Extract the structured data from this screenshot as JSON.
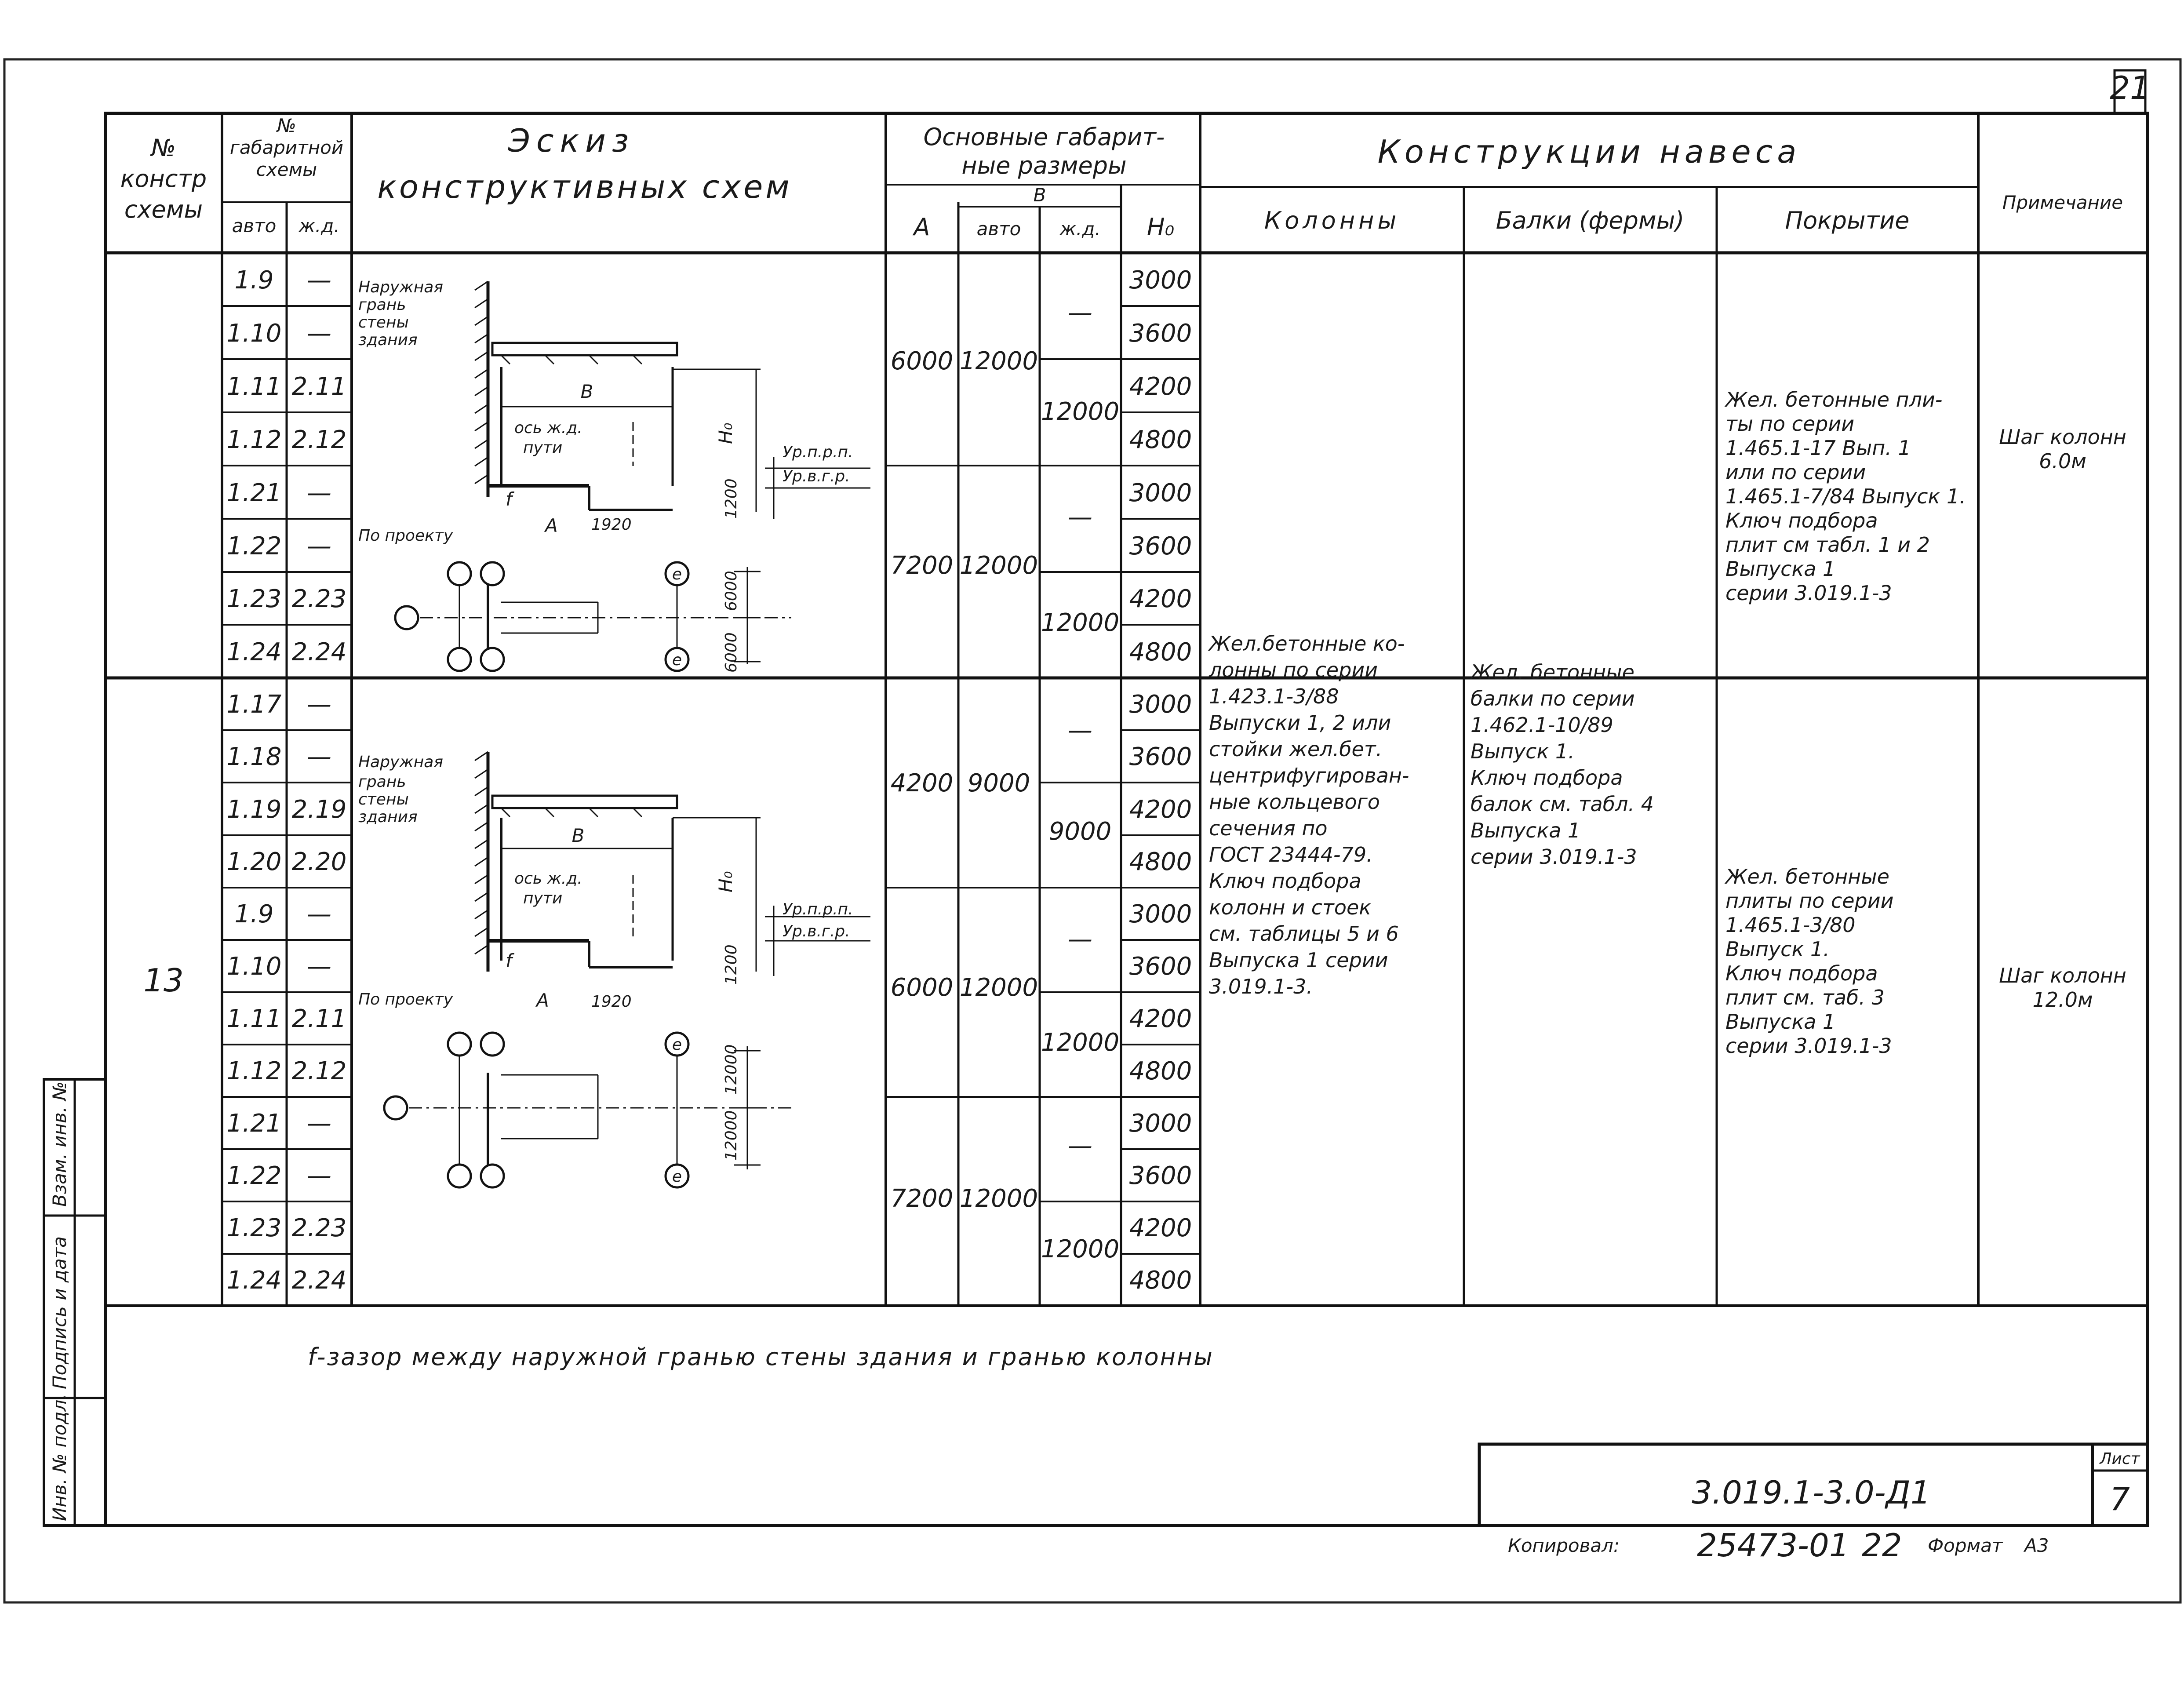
{
  "sheet_corner_number": "21",
  "header": {
    "col_scheme_no": [
      "№",
      "констр",
      "схемы"
    ],
    "col_gabarit": [
      "№",
      "габаритной",
      "схемы"
    ],
    "col_gabarit_sub": [
      "авто",
      "ж.д."
    ],
    "col_sketch": [
      "Эскиз",
      "конструктивных схем"
    ],
    "col_dims": [
      "Основные габарит-",
      "ные размеры"
    ],
    "col_dims_sub": {
      "A": "А",
      "B": "В",
      "B_auto": "авто",
      "B_rail": "ж.д.",
      "H0": "Н₀"
    },
    "col_constructions": "Конструкции навеса",
    "col_columns": "Колонны",
    "col_beams": "Балки (фермы)",
    "col_roof": "Покрытие",
    "col_note": "Примечание"
  },
  "group_scheme_no": "13",
  "group1": {
    "rows": [
      {
        "auto": "1.9",
        "rail": "—",
        "h0": "3000"
      },
      {
        "auto": "1.10",
        "rail": "—",
        "h0": "3600"
      },
      {
        "auto": "1.11",
        "rail": "2.11",
        "h0": "4200"
      },
      {
        "auto": "1.12",
        "rail": "2.12",
        "h0": "4800"
      },
      {
        "auto": "1.21",
        "rail": "—",
        "h0": "3000"
      },
      {
        "auto": "1.22",
        "rail": "—",
        "h0": "3600"
      },
      {
        "auto": "1.23",
        "rail": "2.23",
        "h0": "4200"
      },
      {
        "auto": "1.24",
        "rail": "2.24",
        "h0": "4800"
      }
    ],
    "a": [
      "6000",
      "7200"
    ],
    "b_auto": [
      "12000",
      "12000"
    ],
    "b_rail": [
      "—",
      "12000",
      "—",
      "12000"
    ],
    "roof": [
      "Жел. бетонные пли-",
      "ты по серии",
      "1.465.1-17 Вып. 1",
      "или по серии",
      "1.465.1-7/84 Выпуск 1.",
      "Ключ подбора",
      "плит см табл. 1 и 2",
      "Выпуска 1",
      "серии 3.019.1-3"
    ],
    "note": [
      "Шаг колонн",
      "6.0м"
    ],
    "sketch": {
      "wall_label": [
        "Наружная",
        "грань",
        "стены",
        "здания"
      ],
      "b": "В",
      "rail_axis": [
        "ось ж.д.",
        "пути"
      ],
      "h0": "Н₀",
      "f": "f",
      "a": "А",
      "offset": "1920",
      "by_project": "По проекту",
      "level1": "Ур.п.р.п.",
      "level2": "Ур.в.г.р.",
      "d1": "1200",
      "d2": "6000",
      "d3": "6000",
      "circle_label": "е"
    }
  },
  "group2": {
    "rows": [
      {
        "auto": "1.17",
        "rail": "—",
        "h0": "3000"
      },
      {
        "auto": "1.18",
        "rail": "—",
        "h0": "3600"
      },
      {
        "auto": "1.19",
        "rail": "2.19",
        "h0": "4200"
      },
      {
        "auto": "1.20",
        "rail": "2.20",
        "h0": "4800"
      },
      {
        "auto": "1.9",
        "rail": "—",
        "h0": "3000"
      },
      {
        "auto": "1.10",
        "rail": "—",
        "h0": "3600"
      },
      {
        "auto": "1.11",
        "rail": "2.11",
        "h0": "4200"
      },
      {
        "auto": "1.12",
        "rail": "2.12",
        "h0": "4800"
      },
      {
        "auto": "1.21",
        "rail": "—",
        "h0": "3000"
      },
      {
        "auto": "1.22",
        "rail": "—",
        "h0": "3600"
      },
      {
        "auto": "1.23",
        "rail": "2.23",
        "h0": "4200"
      },
      {
        "auto": "1.24",
        "rail": "2.24",
        "h0": "4800"
      }
    ],
    "a": [
      "4200",
      "6000",
      "7200"
    ],
    "b_auto": [
      "9000",
      "12000",
      "12000"
    ],
    "b_rail": [
      "—",
      "9000",
      "—",
      "12000",
      "—",
      "12000"
    ],
    "roof": [
      "Жел. бетонные",
      "плиты по серии",
      "1.465.1-3/80",
      "Выпуск 1.",
      "Ключ подбора",
      "плит см. таб. 3",
      "Выпуска 1",
      "серии 3.019.1-3"
    ],
    "note": [
      "Шаг колонн",
      "12.0м"
    ],
    "sketch": {
      "wall_label": [
        "Наружная",
        "грань",
        "стены",
        "здания"
      ],
      "b": "В",
      "rail_axis": [
        "ось ж.д.",
        "пути"
      ],
      "h0": "Н₀",
      "f": "f",
      "a": "А",
      "offset": "1920",
      "by_project": "По проекту",
      "level1": "Ур.п.р.п.",
      "level2": "Ур.в.г.р.",
      "d1": "1200",
      "d2": "12000",
      "d3": "12000",
      "circle_label": "е"
    }
  },
  "columns_text": [
    "Жел.бетонные ко-",
    "лонны по серии",
    "1.423.1-3/88",
    "Выпуски 1, 2 или",
    "стойки жел.бет.",
    "центрифугирован-",
    "ные кольцевого",
    "сечения по",
    "ГОСТ 23444-79.",
    "Ключ подбора",
    "колонн и стоек",
    "см. таблицы 5 и 6",
    "Выпуска 1 серии",
    "3.019.1-3."
  ],
  "beams_text": [
    "Жел. бетонные",
    "балки по серии",
    "1.462.1-10/89",
    "Выпуск 1.",
    "Ключ подбора",
    "балок см. табл. 4",
    "Выпуска 1",
    "серии 3.019.1-3"
  ],
  "footnote": "f-зазор между наружной гранью стены здания и гранью колонны",
  "stamp": {
    "code": "3.019.1-3.0-Д1",
    "sheet_label": "Лист",
    "sheet_no": "7"
  },
  "side_stamp": [
    "Инв. № подл.",
    "Подпись и дата",
    "Взам. инв. №"
  ],
  "bottom": {
    "copied_label": "Копировал:",
    "copy_no": "25473-01",
    "copy_sheet": "22",
    "format_label": "Формат",
    "format": "А3"
  }
}
